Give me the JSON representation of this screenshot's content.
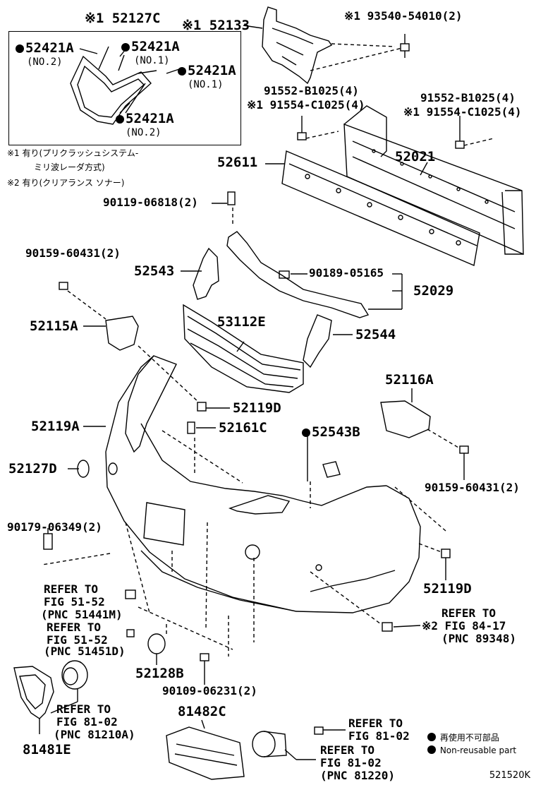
{
  "parts": {
    "p52127C": "※1 52127C",
    "p52421A_1": "52421A",
    "p52421A_1n": "(NO.2)",
    "p52421A_2": "52421A",
    "p52421A_2n": "(NO.1)",
    "p52421A_3": "52421A",
    "p52421A_3n": "(NO.1)",
    "p52421A_4": "52421A",
    "p52421A_4n": "(NO.2)",
    "p52133": "※1 52133",
    "p93540": "※1 93540-54010(2)",
    "p91552a": "91552-B1025(4)",
    "p91554a": "※1 91554-C1025(4)",
    "p91552b": "91552-B1025(4)",
    "p91554b": "※1 91554-C1025(4)",
    "p52611": "52611",
    "p52021": "52021",
    "p90119": "90119-06818(2)",
    "p90159a": "90159-60431(2)",
    "p52543": "52543",
    "p90189": "90189-05165",
    "p52029": "52029",
    "p52115A": "52115A",
    "p53112E": "53112E",
    "p52544": "52544",
    "p52116A": "52116A",
    "p52119D_1": "52119D",
    "p52119A": "52119A",
    "p52161C": "52161C",
    "p52543B": "52543B",
    "p52127D": "52127D",
    "p90159b": "90159-60431(2)",
    "p90179": "90179-06349(2)",
    "p52119D_2": "52119D",
    "ref1a": "REFER TO",
    "ref1b": "FIG 51-52",
    "ref1c": "(PNC 51441M)",
    "ref2a": "REFER TO",
    "ref2b": "FIG 51-52",
    "ref2c": "(PNC 51451D)",
    "ref3a": "REFER TO",
    "ref3b": "※2 FIG 84-17",
    "ref3c": "(PNC 89348)",
    "p52128B": "52128B",
    "p90109": "90109-06231(2)",
    "ref4a": "REFER TO",
    "ref4b": "FIG 81-02",
    "ref4c": "(PNC 81210A)",
    "p81482C": "81482C",
    "ref5a": "REFER TO",
    "ref5b": "FIG 81-02",
    "ref6a": "REFER TO",
    "ref6b": "FIG 81-02",
    "ref6c": "(PNC 81220)",
    "p81481E": "81481E"
  },
  "notes": {
    "n1a": "※1 有り(プリクラッシュシステム-",
    "n1b": "ミリ波レーダ方式)",
    "n2": "※2 有り(クリアランス ソナー)"
  },
  "legend": {
    "l1": "再使用不可部品",
    "l2": "Non-reusable part"
  },
  "figure_code": "521520K"
}
